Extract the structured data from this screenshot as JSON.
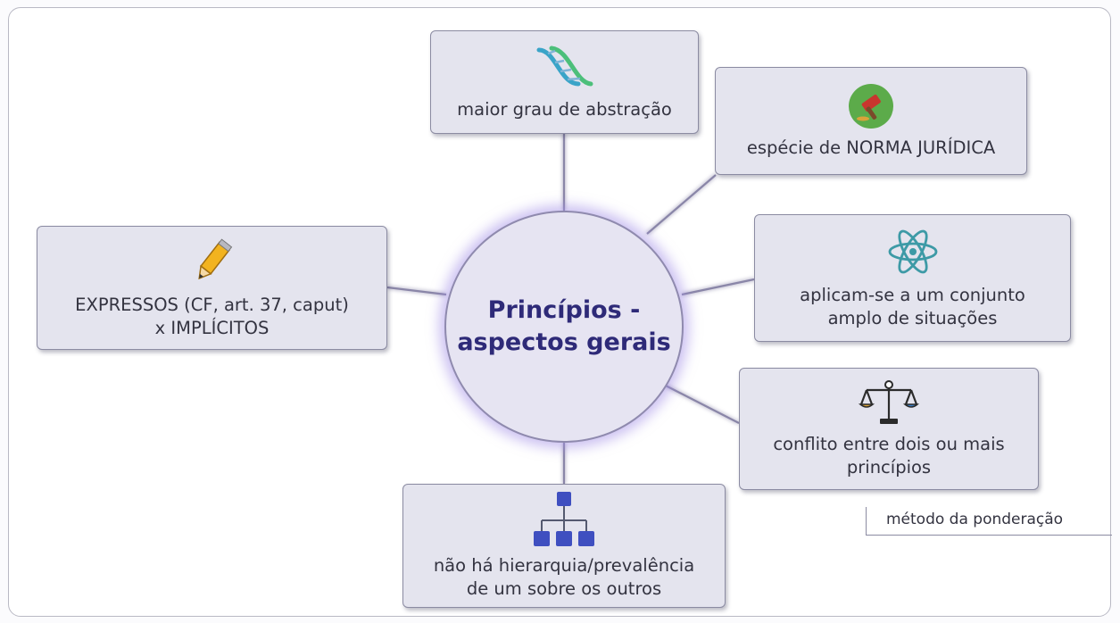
{
  "central_topic": {
    "label": "Princípios -\naspectos gerais"
  },
  "nodes": [
    {
      "id": "abstracao",
      "label": "maior grau de abstração",
      "icon": "dna-icon"
    },
    {
      "id": "norma",
      "label": "espécie de NORMA JURÍDICA",
      "icon": "gavel-icon"
    },
    {
      "id": "aplicam",
      "label": "aplicam-se a um conjunto\namplo de situações",
      "icon": "atom-icon"
    },
    {
      "id": "conflito",
      "label": "conflito entre dois ou mais\nprincípios",
      "icon": "scales-icon"
    },
    {
      "id": "hierarquia",
      "label": "não há hierarquia/prevalência\nde um sobre os outros",
      "icon": "hierarchy-icon"
    },
    {
      "id": "expressos",
      "label": "EXPRESSOS (CF, art. 37, caput)\nx IMPLÍCITOS",
      "icon": "pencil-icon"
    }
  ],
  "note": {
    "label": "método da ponderação"
  },
  "colors": {
    "node_fill": "#e4e4ee",
    "node_border": "#8b8ba2",
    "center_text": "#2e2a78",
    "center_glow": "#a08ce6",
    "connector": "#8a86a8"
  }
}
